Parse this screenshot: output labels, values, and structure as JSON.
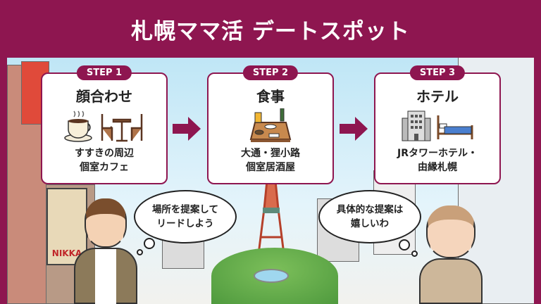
{
  "title": "札幌ママ活 デートスポット",
  "colors": {
    "brand": "#8e1650",
    "sky": "#bfe6f6"
  },
  "steps": [
    {
      "badge": "STEP 1",
      "title": "顔合わせ",
      "desc_line1": "すすきの周辺",
      "desc_line2": "個室カフェ",
      "icons": [
        "coffee-cup-icon",
        "cafe-table-icon"
      ]
    },
    {
      "badge": "STEP 2",
      "title": "食事",
      "desc_line1": "大通・狸小路",
      "desc_line2": "個室居酒屋",
      "icons": [
        "dinner-table-icon"
      ]
    },
    {
      "badge": "STEP 3",
      "title": "ホテル",
      "desc_line1": "JRタワーホテル・",
      "desc_line2": "由縁札幌",
      "icons": [
        "hotel-building-icon",
        "bed-icon"
      ]
    }
  ],
  "bubbles": {
    "man": {
      "line1": "場所を提案して",
      "line2": "リードしよう"
    },
    "woman": {
      "line1": "具体的な提案は",
      "line2": "嬉しいわ"
    }
  },
  "signs": {
    "nikka": "NIKKA"
  }
}
